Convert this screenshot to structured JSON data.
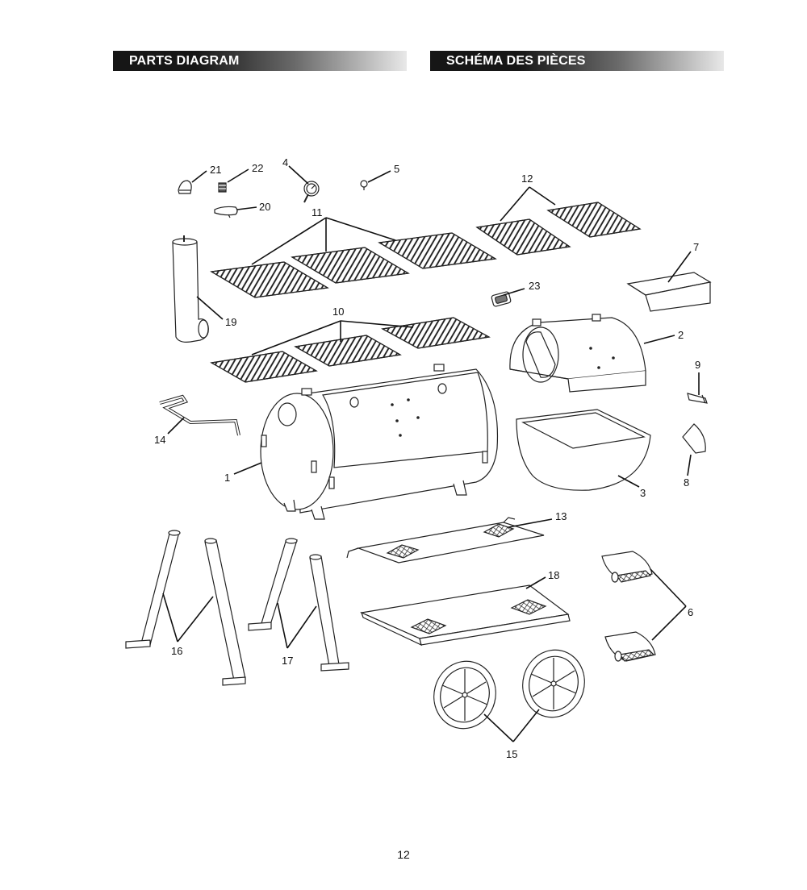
{
  "header": {
    "left_title": "PARTS DIAGRAM",
    "right_title": "SCHÉMA DES PIÈCES"
  },
  "callouts": {
    "c1": "1",
    "c2": "2",
    "c3": "3",
    "c4": "4",
    "c5": "5",
    "c6": "6",
    "c7": "7",
    "c8": "8",
    "c9": "9",
    "c10": "10",
    "c11": "11",
    "c12": "12",
    "c13": "13",
    "c14": "14",
    "c15": "15",
    "c16": "16",
    "c17": "17",
    "c18": "18",
    "c19": "19",
    "c20": "20",
    "c21": "21",
    "c22": "22",
    "c23": "23"
  },
  "footer": {
    "page_number": "12"
  },
  "colors": {
    "header_bg": "#161616",
    "line": "#222222",
    "text": "#111111"
  }
}
